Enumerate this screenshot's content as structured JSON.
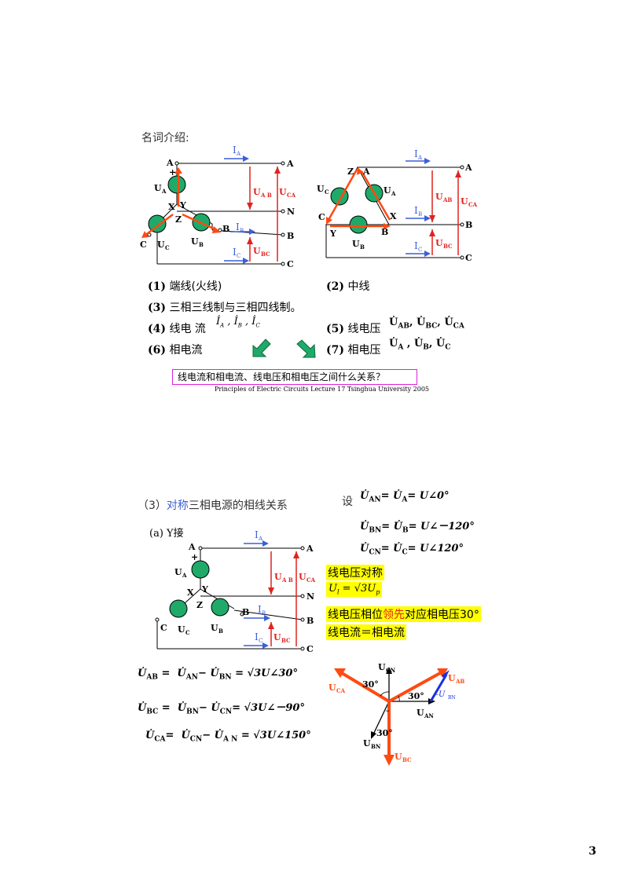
{
  "slide1": {
    "heading": "名词介绍:",
    "items": [
      {
        "num": "(1)",
        "text": "端线(火线)"
      },
      {
        "num": "(2)",
        "text": "中线"
      },
      {
        "num": "(3)",
        "text": "三相三线制与三相四线制。"
      },
      {
        "num": "(4)",
        "text": "线电 流"
      },
      {
        "num": "(5)",
        "text": "线电压"
      },
      {
        "num": "(6)",
        "text": "相电流"
      },
      {
        "num": "(7)",
        "text": "相电压"
      }
    ],
    "question": "线电流和相电流、线电压和相电压之间什么关系？",
    "footer": "Principles of Electric Circuits Lecture 17 Tsinghua University 2005"
  },
  "slide2": {
    "title_prefix": "（3）",
    "title_highlight": "对称",
    "title_suffix": "三相电源的相线关系",
    "subtitle": "(a) Y接",
    "assume": "设",
    "eq_rows": [
      {
        "lhs": "AN",
        "mid": "A",
        "rhs": "U∠0°"
      },
      {
        "lhs": "BN",
        "mid": "B",
        "rhs": "U∠－120°"
      },
      {
        "lhs": "CN",
        "mid": "C",
        "rhs": "U∠120°"
      }
    ],
    "line_eqs": [
      {
        "lhs": "AB",
        "a": "AN",
        "b": "BN",
        "rhs": "√3U∠30°"
      },
      {
        "lhs": "BC",
        "a": "BN",
        "b": "CN",
        "rhs": "√3U∠－90°"
      },
      {
        "lhs": "CA",
        "a": "CN",
        "b": "A N",
        "rhs": "√3U∠150°"
      }
    ],
    "notes": {
      "symmetric": "线电压对称",
      "lead_prefix": "线电压相位",
      "lead_word": "领先",
      "lead_suffix": "对应相电压30°",
      "current": "线电流＝相电流"
    }
  },
  "page_number": "3",
  "colors": {
    "blue": "#3c5fd8",
    "red": "#e0231e",
    "orange": "#ff4a12",
    "teal": "#1faa6a",
    "highlight": "#ffff00",
    "magenta": "#e020e0"
  }
}
